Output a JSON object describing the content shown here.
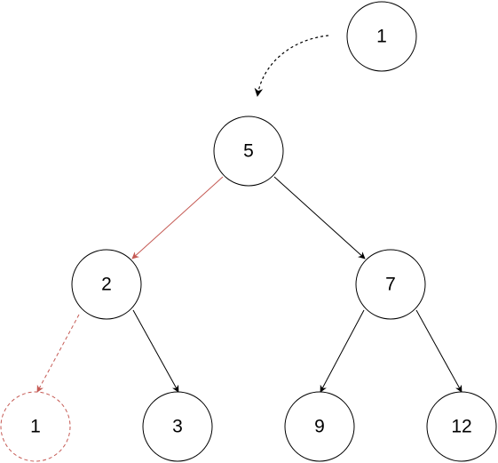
{
  "colors": {
    "node_stroke": "#000000",
    "node_fill": "#ffffff",
    "edge": "#000000",
    "highlight": "#c55a54",
    "background": "#ffffff"
  },
  "nodes": {
    "incoming": {
      "label": "1",
      "style": "solid"
    },
    "root": {
      "label": "5",
      "style": "solid"
    },
    "left_child": {
      "label": "2",
      "style": "solid"
    },
    "right_child": {
      "label": "7",
      "style": "solid"
    },
    "new_leaf": {
      "label": "1",
      "style": "dashed-red"
    },
    "leaf_3": {
      "label": "3",
      "style": "solid"
    },
    "leaf_9": {
      "label": "9",
      "style": "solid"
    },
    "leaf_12": {
      "label": "12",
      "style": "solid"
    }
  },
  "edges": [
    {
      "from": "incoming",
      "to": "root",
      "style": "dashed-curved",
      "color": "#000000"
    },
    {
      "from": "root",
      "to": "left_child",
      "style": "solid",
      "color": "#c55a54"
    },
    {
      "from": "root",
      "to": "right_child",
      "style": "solid",
      "color": "#000000"
    },
    {
      "from": "left_child",
      "to": "new_leaf",
      "style": "dashed",
      "color": "#c55a54"
    },
    {
      "from": "left_child",
      "to": "leaf_3",
      "style": "solid",
      "color": "#000000"
    },
    {
      "from": "right_child",
      "to": "leaf_9",
      "style": "solid",
      "color": "#000000"
    },
    {
      "from": "right_child",
      "to": "leaf_12",
      "style": "solid",
      "color": "#000000"
    }
  ]
}
